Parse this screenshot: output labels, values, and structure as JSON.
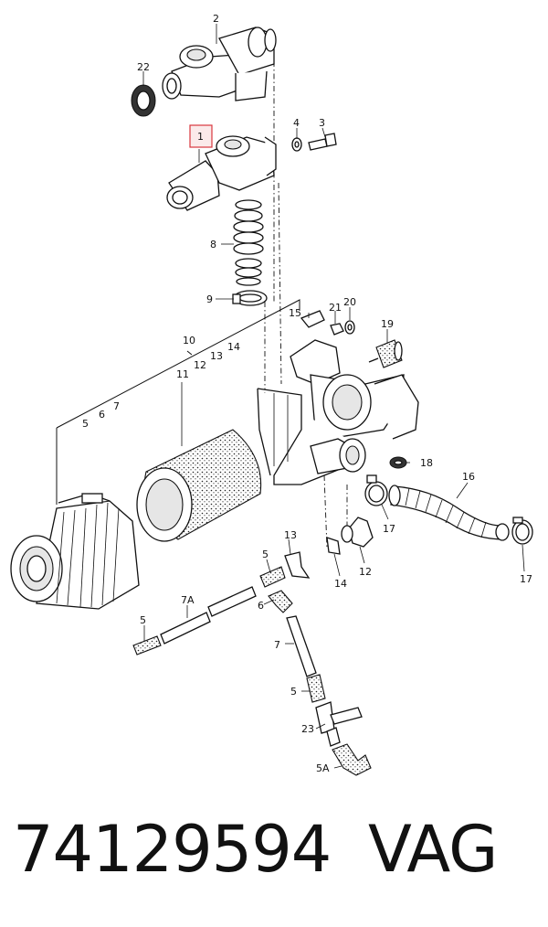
{
  "callouts": {
    "c1": "1",
    "c2": "2",
    "c3": "3",
    "c4": "4",
    "c5a": "5",
    "c5b": "5",
    "c5c": "5",
    "c5d": "5",
    "c5A": "5A",
    "c6a": "6",
    "c6b": "6",
    "c7a": "7",
    "c7b": "7",
    "c7A": "7A",
    "c8": "8",
    "c9": "9",
    "c10": "10",
    "c11": "11",
    "c12a": "12",
    "c12b": "12",
    "c13a": "13",
    "c13b": "13",
    "c14a": "14",
    "c14b": "14",
    "c15": "15",
    "c16": "16",
    "c17a": "17",
    "c17b": "17",
    "c18": "18",
    "c19": "19",
    "c20": "20",
    "c21": "21",
    "c22": "22",
    "c23": "23"
  },
  "footer": {
    "part_number": "74129594",
    "brand": "VAG"
  },
  "colors": {
    "highlight_box": "#d9363e",
    "ink": "#111111"
  }
}
